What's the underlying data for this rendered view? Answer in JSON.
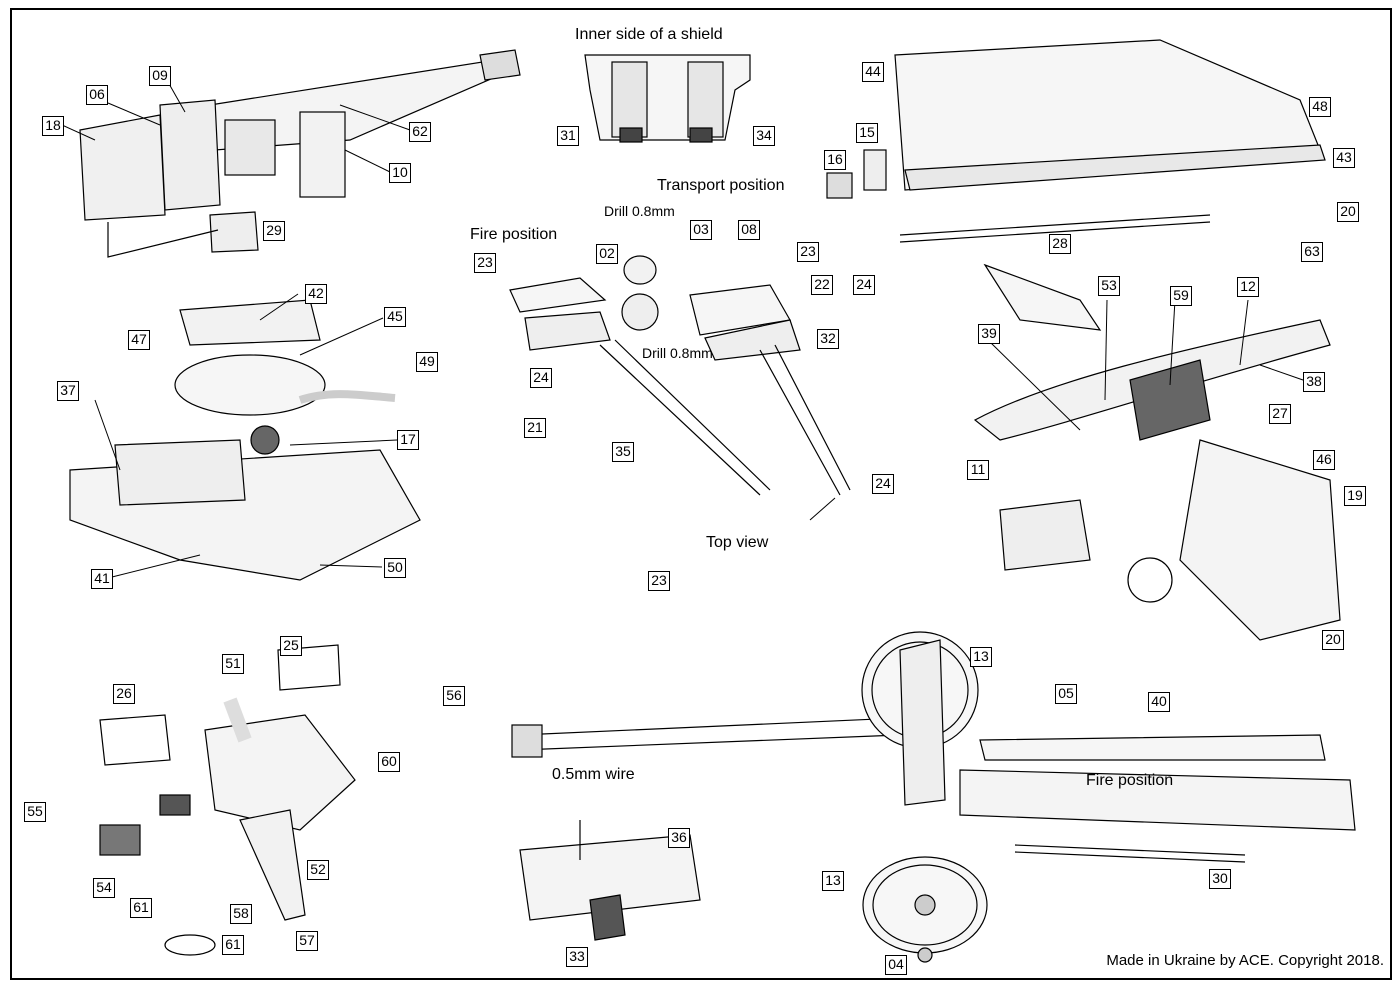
{
  "captions": {
    "shield": "Inner side of a shield",
    "transport": "Transport position",
    "fire_upper": "Fire position",
    "drill_top": "Drill 0.8mm",
    "drill_mid": "Drill 0.8mm",
    "top_view": "Top view",
    "wire": "0.5mm wire",
    "fire_lower": "Fire position"
  },
  "footer": "Made in Ukraine by ACE. Copyright 2018.",
  "parts": {
    "p18": "18",
    "p06": "06",
    "p09": "09",
    "p62": "62",
    "p10": "10",
    "p29": "29",
    "p31": "31",
    "p34": "34",
    "p44": "44",
    "p48": "48",
    "p15": "15",
    "p16": "16",
    "p43": "43",
    "p20a": "20",
    "p28": "28",
    "p42": "42",
    "p47": "47",
    "p45": "45",
    "p49": "49",
    "p37": "37",
    "p17": "17",
    "p41": "41",
    "p50": "50",
    "p23a": "23",
    "p02": "02",
    "p03": "03",
    "p08": "08",
    "p23b": "23",
    "p22": "22",
    "p24a": "24",
    "p24b": "24",
    "p32": "32",
    "p21": "21",
    "p35": "35",
    "p23c": "23",
    "p24c": "24",
    "p63": "63",
    "p53": "53",
    "p59": "59",
    "p12": "12",
    "p39": "39",
    "p38": "38",
    "p27": "27",
    "p11": "11",
    "p46": "46",
    "p19": "19",
    "p20b": "20",
    "p26": "26",
    "p51": "51",
    "p25": "25",
    "p56": "56",
    "p60": "60",
    "p55": "55",
    "p52": "52",
    "p54": "54",
    "p61a": "61",
    "p58": "58",
    "p57": "57",
    "p61b": "61",
    "p36": "36",
    "p33": "33",
    "p13a": "13",
    "p05": "05",
    "p40": "40",
    "p30": "30",
    "p13b": "13",
    "p04": "04"
  }
}
